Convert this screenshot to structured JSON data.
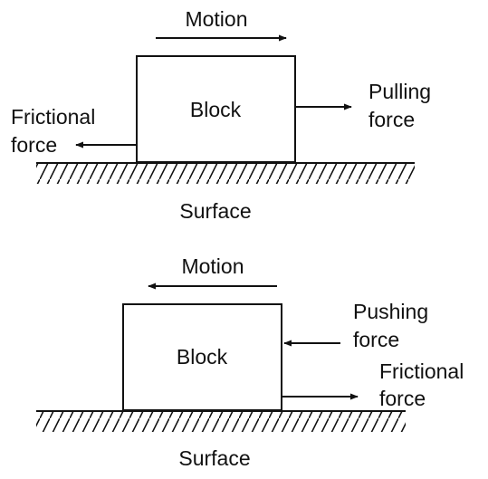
{
  "top_diagram": {
    "motion_label": "Motion",
    "block_label": "Block",
    "pulling_force_label": [
      "Pulling",
      "force"
    ],
    "frictional_force_label": [
      "Frictional",
      "force"
    ],
    "surface_label": "Surface"
  },
  "bottom_diagram": {
    "motion_label": "Motion",
    "block_label": "Block",
    "pushing_force_label": [
      "Pushing",
      "force"
    ],
    "frictional_force_label": [
      "Frictional",
      "force"
    ],
    "surface_label": "Surface"
  },
  "colors": {
    "ink": "#111111",
    "background": "#ffffff"
  }
}
